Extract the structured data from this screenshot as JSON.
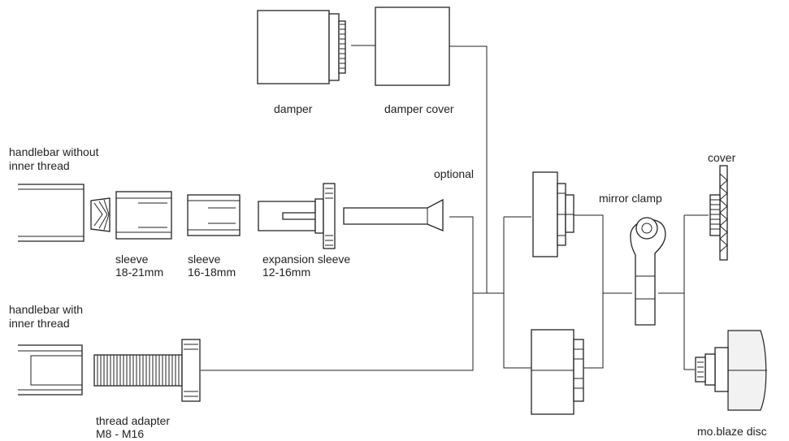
{
  "labels": {
    "damper": "damper",
    "damper_cover": "damper cover",
    "handlebar_without_l1": "handlebar without",
    "handlebar_without_l2": "inner thread",
    "optional": "optional",
    "cover": "cover",
    "mirror_clamp": "mirror clamp",
    "sleeve_a_l1": "sleeve",
    "sleeve_a_l2": "18-21mm",
    "sleeve_b_l1": "sleeve",
    "sleeve_b_l2": "16-18mm",
    "expansion_l1": "expansion sleeve",
    "expansion_l2": "12-16mm",
    "handlebar_with_l1": "handlebar with",
    "handlebar_with_l2": "inner thread",
    "thread_adapter_l1": "thread adapter",
    "thread_adapter_l2": "M8 - M16",
    "mo_blaze_disc": "mo.blaze disc"
  }
}
